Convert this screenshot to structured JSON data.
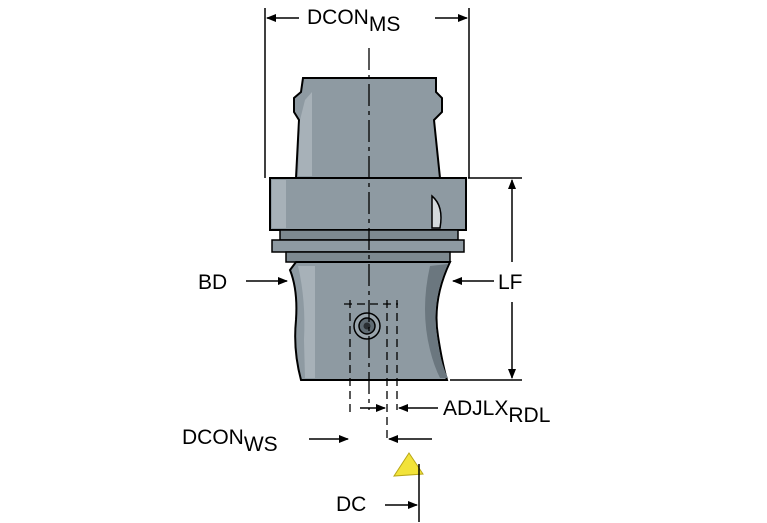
{
  "labels": {
    "dcon_ms": {
      "main": "DCON",
      "sub": "MS"
    },
    "bd": "BD",
    "lf": "LF",
    "adjlx_rdl": {
      "main": "ADJLX",
      "sub": "RDL"
    },
    "dcon_ws": {
      "main": "DCON",
      "sub": "WS"
    },
    "dc": "DC"
  },
  "colors": {
    "body": "#8e9aa2",
    "body_light": "#a7b1b8",
    "body_dark": "#6b777f",
    "outline": "#000000",
    "insert": "#f2e33a"
  }
}
